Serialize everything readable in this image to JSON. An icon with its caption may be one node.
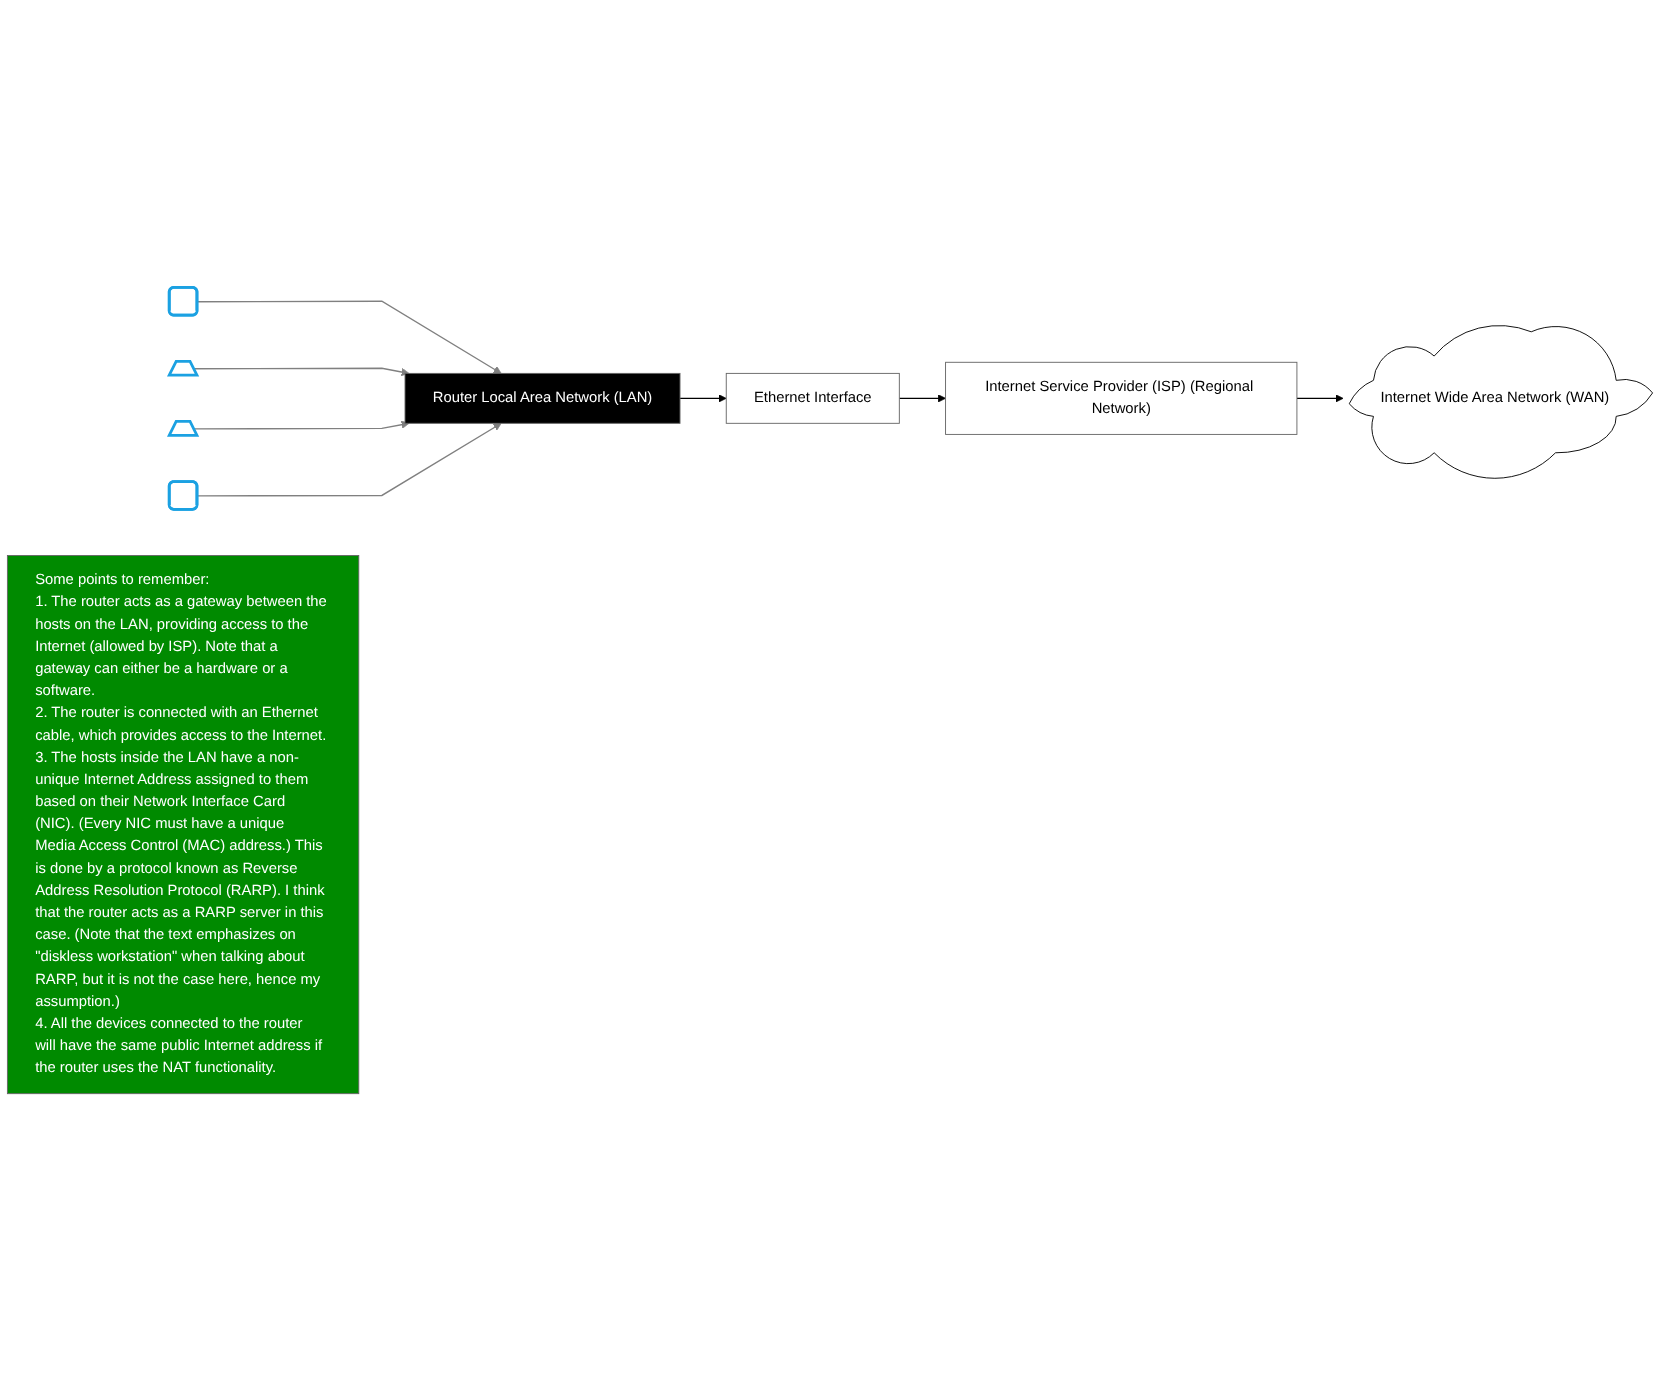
{
  "diagram": {
    "nodes": [
      {
        "text": [],
        "shape": "phone"
      },
      {
        "text": [],
        "shape": "laptop"
      },
      {
        "text": [
          "Router Local Area Network (LAN)"
        ]
      },
      {
        "text": [
          "Ethernet Interface"
        ]
      },
      {
        "text": [
          "Internet Service Provider (ISP) (Regional Network)"
        ]
      },
      {
        "text": [
          "Internet Wide Area Network (WAN)"
        ]
      },
      {
        "text": [],
        "shape": "laptop"
      },
      {
        "text": [],
        "shape": "phone"
      },
      {
        "text": [
          "Some points to remember:",
          "1. The router acts as a gateway between the hosts on the LAN, providing access to the Internet (allowed by ISP). Note that a gateway can either be a hardware or a software.",
          "2. The router is connected with an Ethernet cable, which provides access to the Internet.",
          "3. The hosts inside the LAN have a non-unique Internet Address assigned to them based on their Network Interface Card (NIC). (Every NIC must have a unique Media Access Control (MAC) address.) This is done by a protocol known as Reverse Address Resolution Protocol (RARP). I think that the router acts as a RARP server in this case. (Note that the text emphasizes on \"diskless workstation\" when talking about RARP, but it is not the case here, hence my assumption.)",
          "4. All the devices connected to the router will have the same public Internet address if the router uses the NAT functionality."
        ]
      }
    ],
    "edges": [
      {
        "from": 0,
        "to": 2,
        "arrow": "to"
      },
      {
        "from": 1,
        "to": 2,
        "arrow": "to"
      },
      {
        "from": 6,
        "to": 2,
        "arrow": "to"
      },
      {
        "from": 7,
        "to": 2,
        "arrow": "to"
      },
      {
        "from": 2,
        "to": 3,
        "arrow": "to",
        "color": "#000000"
      },
      {
        "from": 3,
        "to": 4,
        "arrow": "to",
        "color": "#000000"
      },
      {
        "from": 4,
        "to": 5,
        "arrow": "to",
        "color": "#000000"
      }
    ]
  }
}
